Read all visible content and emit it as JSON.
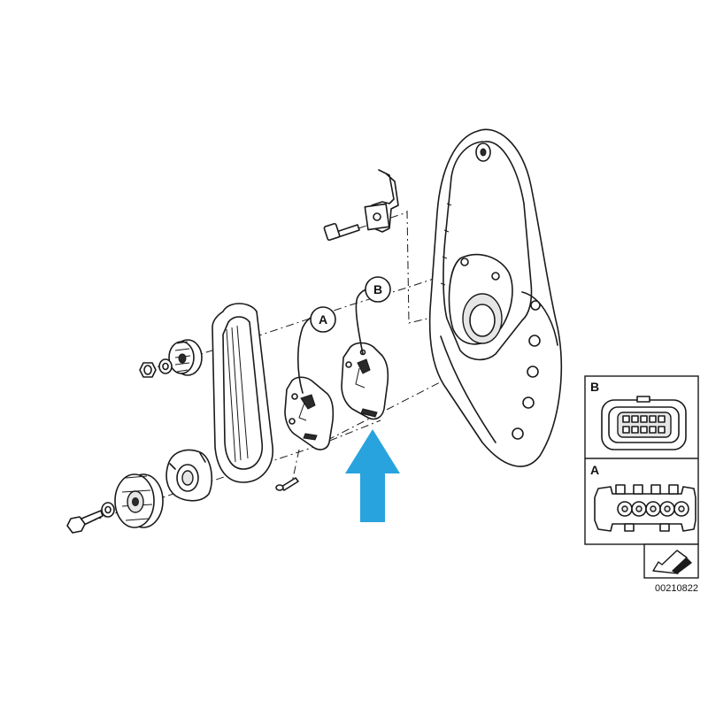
{
  "callouts": {
    "a": "A",
    "b": "B"
  },
  "panel": {
    "b_label": "B",
    "a_label": "A"
  },
  "part_number": "00210822",
  "colors": {
    "arrow": "#29a3dd",
    "ink": "#1a1a1a"
  }
}
